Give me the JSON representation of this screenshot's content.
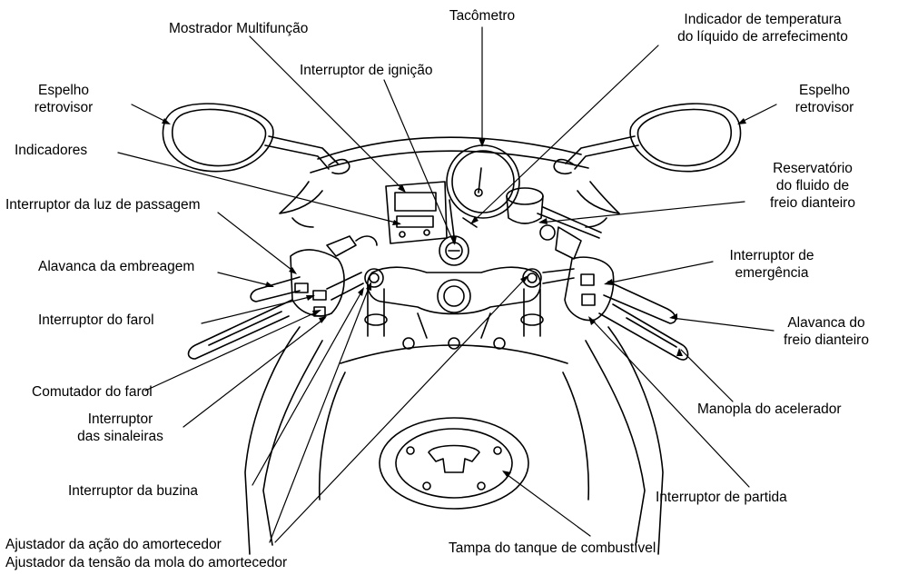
{
  "labels": {
    "tacometro": "Tacômetro",
    "mostrador": "Mostrador Multifunção",
    "temp_l1": "Indicador de temperatura",
    "temp_l2": "do líquido de arrefecimento",
    "ignicao": "Interruptor de ignição",
    "espelho_left_l1": "Espelho",
    "espelho_left_l2": "retrovisor",
    "espelho_right_l1": "Espelho",
    "espelho_right_l2": "retrovisor",
    "indicadores": "Indicadores",
    "reservatorio_l1": "Reservatório",
    "reservatorio_l2": "do fluido de",
    "reservatorio_l3": "freio dianteiro",
    "luz_passagem": "Interruptor da luz de passagem",
    "emergencia_l1": "Interruptor de",
    "emergencia_l2": "emergência",
    "embreagem": "Alavanca da embreagem",
    "farol": "Interruptor do farol",
    "freio_l1": "Alavanca do",
    "freio_l2": "freio dianteiro",
    "comutador": "Comutador do farol",
    "acelerador": "Manopla do acelerador",
    "sinaleiras_l1": "Interruptor",
    "sinaleiras_l2": "das sinaleiras",
    "buzina": "Interruptor da buzina",
    "partida": "Interruptor de partida",
    "ajust_acao": "Ajustador da ação do amortecedor",
    "ajust_tensao": "Ajustador da tensão da mola do amortecedor",
    "tampa": "Tampa do tanque de combustível"
  },
  "colors": {
    "ink": "#000000",
    "paper": "#ffffff"
  }
}
